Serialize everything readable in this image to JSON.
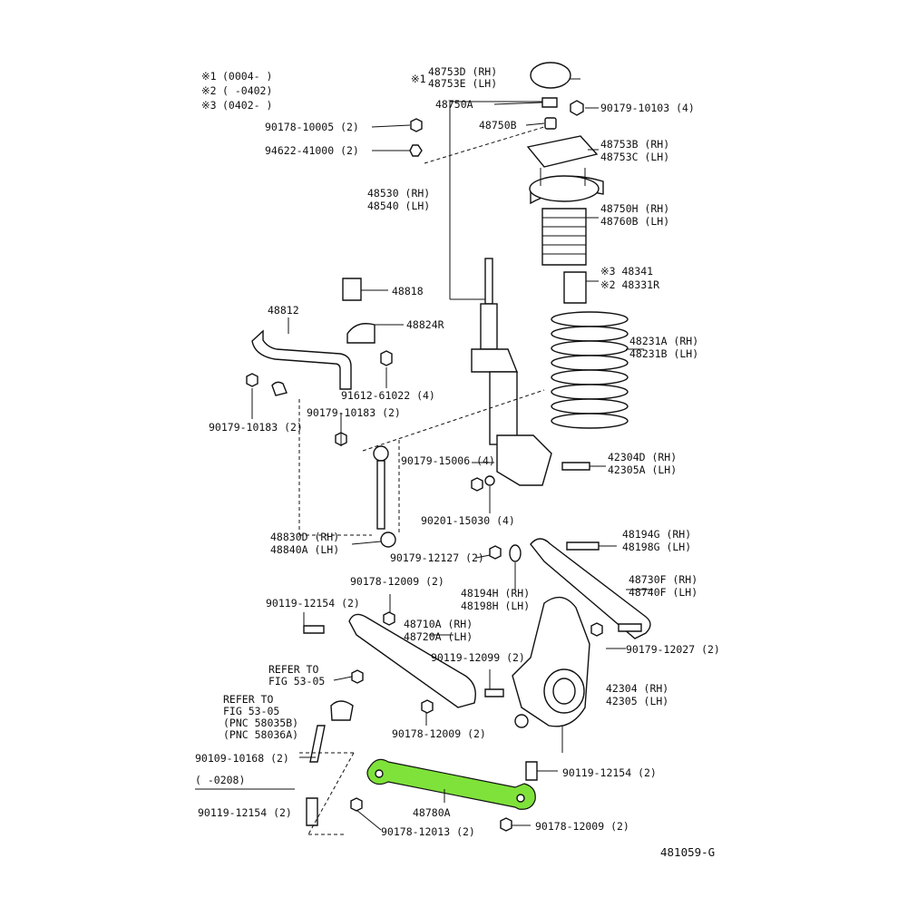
{
  "legend": [
    {
      "mark": "※1",
      "range": "(0004-      )"
    },
    {
      "mark": "※2",
      "range": "(      -0402)"
    },
    {
      "mark": "※3",
      "range": "(0402-      )"
    }
  ],
  "labels": {
    "p48753": [
      "48753D (RH)",
      "48753E (LH)"
    ],
    "p48753_mark": "※1",
    "p48750A": "48750A",
    "p48750B": "48750B",
    "p90179_10103": "90179-10103 (4)",
    "p90178_10005": "90178-10005 (2)",
    "p94622_41000": "94622-41000 (2)",
    "p48753B": [
      "48753B (RH)",
      "48753C (LH)"
    ],
    "p48530": [
      "48530 (RH)",
      "48540 (LH)"
    ],
    "p48750H": [
      "48750H (RH)",
      "48760B (LH)"
    ],
    "p48341": [
      "※3 48341",
      "※2 48331R"
    ],
    "p48818": "48818",
    "p48812": "48812",
    "p48824R": "48824R",
    "p48231A": [
      "48231A (RH)",
      "48231B (LH)"
    ],
    "p91612": "91612-61022 (4)",
    "p90179_10183a": "90179-10183 (2)",
    "p90179_10183b": "90179-10183 (2)",
    "p90179_15006": "90179-15006 (4)",
    "p42304D": [
      "42304D (RH)",
      "42305A (LH)"
    ],
    "p90201": "90201-15030 (4)",
    "p48830D": [
      "48830D (RH)",
      "48840A (LH)"
    ],
    "p90179_12127": "90179-12127 (2)",
    "p48194G": [
      "48194G (RH)",
      "48198G (LH)"
    ],
    "p90178_12009a": "90178-12009 (2)",
    "p48194H": [
      "48194H (RH)",
      "48198H (LH)"
    ],
    "p48730F": [
      "48730F (RH)",
      "48740F (LH)"
    ],
    "p90119_12154a": "90119-12154 (2)",
    "p48710A": [
      "48710A (RH)",
      "48720A (LH)"
    ],
    "p90119_12099": "90119-12099 (2)",
    "p90179_12027": "90179-12027 (2)",
    "p_refer1": [
      "REFER TO",
      "FIG 53-05"
    ],
    "p_refer2": [
      "REFER TO",
      "FIG 53-05",
      "(PNC 58035B)",
      "(PNC 58036A)"
    ],
    "p42304": [
      "42304 (RH)",
      "42305 (LH)"
    ],
    "p90178_12009b": "90178-12009 (2)",
    "p90109": "90109-10168 (2)",
    "p90119_12154b": "90119-12154 (2)",
    "p_range": "(      -0208)",
    "p90119_12154c": "90119-12154 (2)",
    "p48780A": "48780A",
    "p90178_12013": "90178-12013 (2)",
    "p90178_12009c": "90178-12009 (2)",
    "diagram_id": "481059-G"
  },
  "highlight_color": "#7fe23a"
}
